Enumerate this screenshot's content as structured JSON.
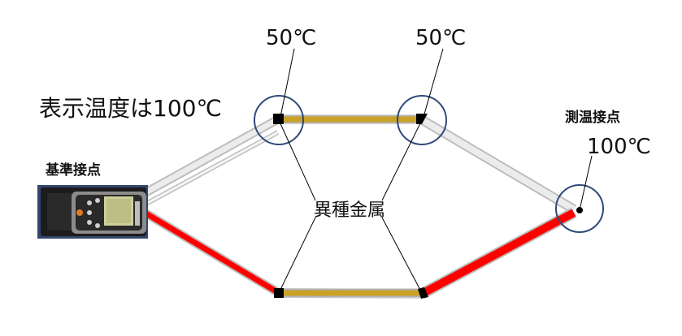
{
  "labels": {
    "temp_top_left": "50℃",
    "temp_top_right": "50℃",
    "display_reading": "表示温度は100℃",
    "reference_junction": "基準接点",
    "measurement_junction": "測温接点",
    "measurement_temp": "100℃",
    "dissimilar_metal": "異種金属"
  },
  "colors": {
    "wire_white": "#d9d9d9",
    "wire_red": "#ff0000",
    "wire_gold": "#c9a227",
    "circle_stroke": "#2f4a78",
    "junction_fill": "#000000",
    "meter_body": "#1c1c1c",
    "meter_frame": "#33466e"
  },
  "icons": {
    "meter": "thermometer-meter-icon"
  }
}
